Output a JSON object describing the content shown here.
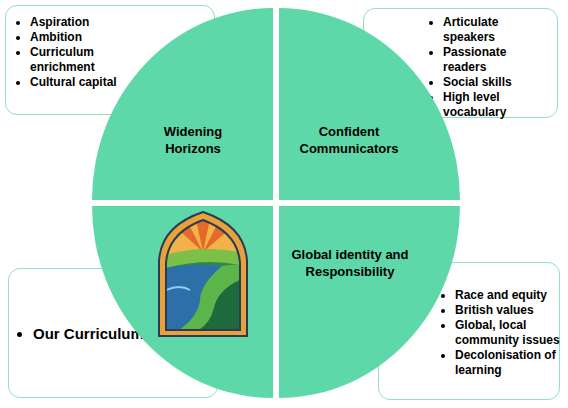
{
  "diagram": {
    "nodes": [
      {
        "text": [
          "Aspiration",
          "Ambition",
          "Curriculum enrichment",
          "Cultural capital"
        ]
      },
      {
        "text": [
          "Widening Horizons"
        ]
      },
      {
        "text": [
          "Confident Communicators"
        ]
      },
      {
        "text": [
          "Articulate speakers",
          "Passionate readers",
          "Social skills",
          "High level vocabulary"
        ]
      },
      {
        "text": [
          "Our Curriculum"
        ]
      },
      {
        "text": [
          "Global identity and Responsibility"
        ]
      },
      {
        "text": [
          "Race and equity",
          "British values",
          "Global, local community issues",
          "Decolonisation of learning"
        ]
      }
    ]
  }
}
